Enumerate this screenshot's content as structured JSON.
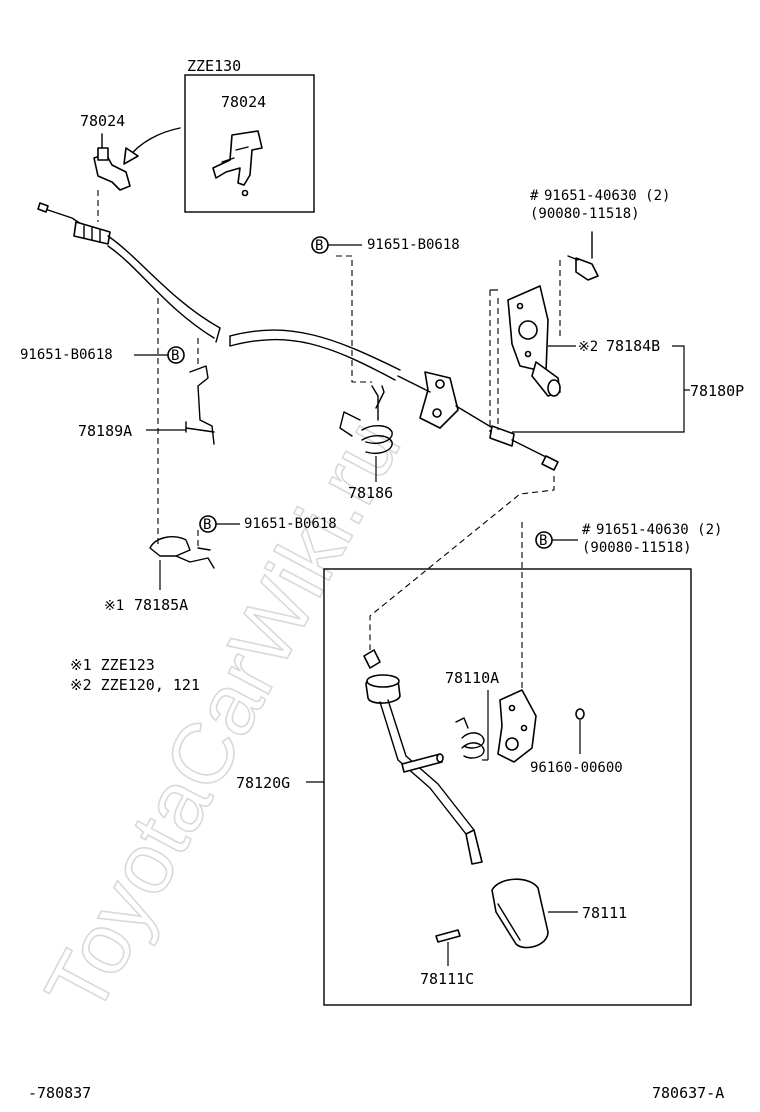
{
  "watermark": "ToyotaCarWiki.ru",
  "inset_model": "ZZE130",
  "parts": {
    "p78024_main": "78024",
    "p78024_inset": "78024",
    "p91651_top_a": "91651-40630 (2)",
    "p90080_top": "(90080-11518)",
    "p91651_b0618_a": "91651-B0618",
    "p91651_b0618_b": "91651-B0618",
    "p91651_b0618_c": "91651-B0618",
    "p78184B": "78184B",
    "p78180P": "78180P",
    "p78189A": "78189A",
    "p78186": "78186",
    "p78185A": "78185A",
    "p91651_bottom": "91651-40630 (2)",
    "p90080_bottom": "(90080-11518)",
    "p78110A": "78110A",
    "p96160": "96160-00600",
    "p78120G": "78120G",
    "p78111": "78111",
    "p78111C": "78111C"
  },
  "bolt_symbol": "B",
  "mark_hash": "#",
  "mark_note1": "※1",
  "mark_note2": "※2",
  "notes": {
    "n1": "※1 ZZE123",
    "n2": "※2 ZZE120, 121"
  },
  "footer": {
    "left": "-780837",
    "right": "780637-A"
  }
}
